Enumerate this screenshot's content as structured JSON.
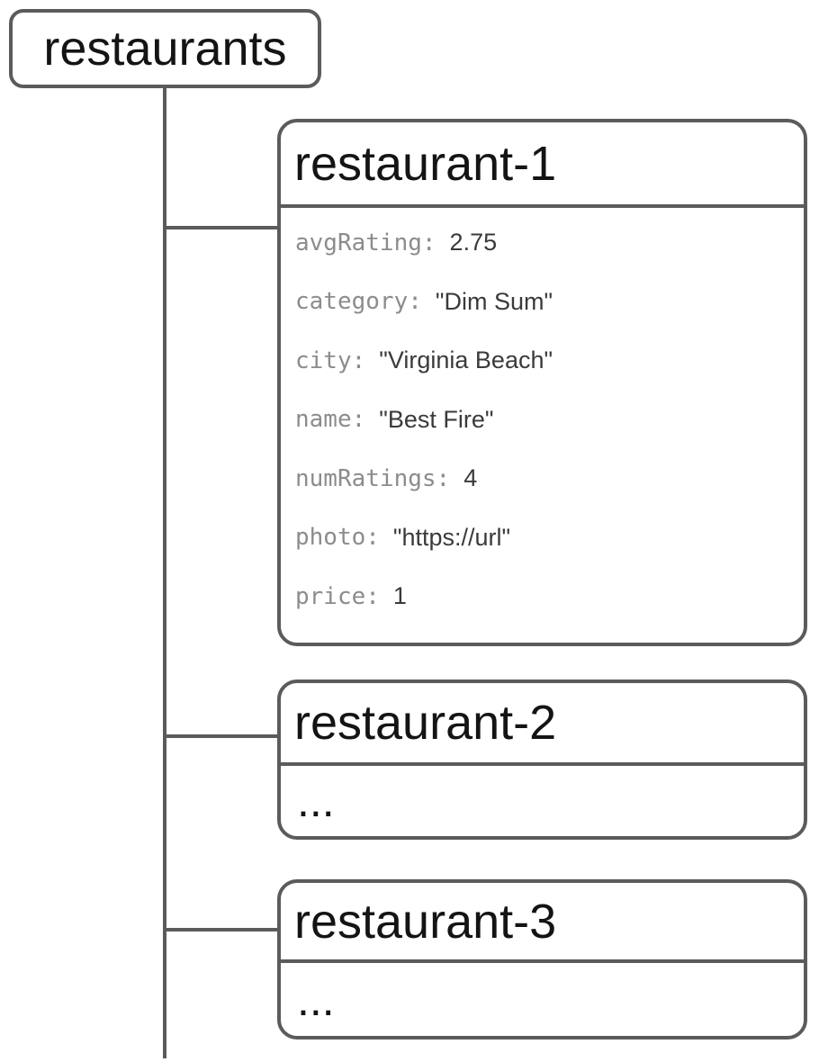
{
  "diagram": {
    "collection": {
      "label": "restaurants"
    },
    "documents": [
      {
        "title": "restaurant-1",
        "fields": [
          {
            "name": "avgRating:",
            "value": "2.75"
          },
          {
            "name": "category:",
            "value": "\"Dim Sum\""
          },
          {
            "name": "city:",
            "value": "\"Virginia Beach\""
          },
          {
            "name": "name:",
            "value": "\"Best Fire\""
          },
          {
            "name": "numRatings:",
            "value": "4"
          },
          {
            "name": "photo:",
            "value": "\"https://url\""
          },
          {
            "name": "price:",
            "value": "1"
          }
        ]
      },
      {
        "title": "restaurant-2",
        "body": "..."
      },
      {
        "title": "restaurant-3",
        "body": "..."
      }
    ],
    "colors": {
      "line": "#5b5b5b",
      "title": "#141414",
      "field_key": "#8c8c8c",
      "field_value": "#3a3a3a"
    }
  }
}
